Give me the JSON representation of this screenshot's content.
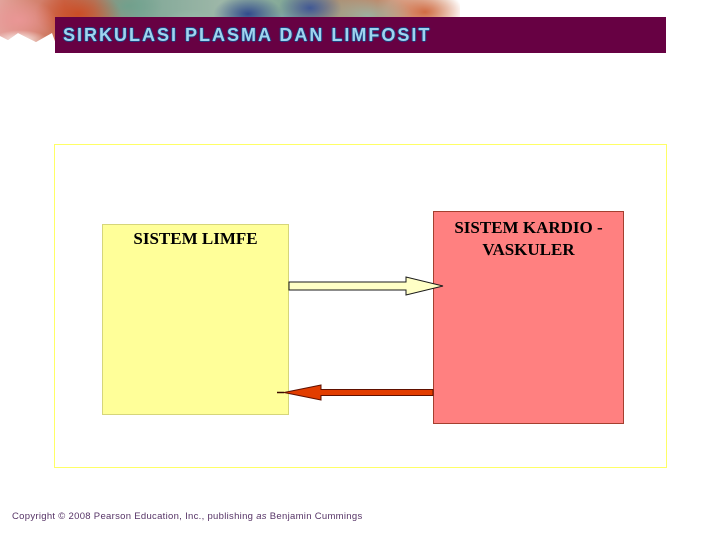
{
  "header": {
    "title": "SIRKULASI PLASMA DAN LIMFOSIT"
  },
  "diagram": {
    "left_box": {
      "label": "SISTEM LIMFE"
    },
    "right_box": {
      "line1": "SISTEM KARDIO -",
      "line2": "VASKULER"
    },
    "arrows": [
      {
        "name": "limfe-to-kardio",
        "direction": "right",
        "fill": "#ffffc6"
      },
      {
        "name": "kardio-to-limfe",
        "direction": "left",
        "fill": "#e23d00"
      }
    ]
  },
  "footer": {
    "copyright_prefix": "Copyright © 2008 Pearson Education, Inc., publishing ",
    "copyright_as": "as",
    "copyright_suffix": " Benjamin Cummings"
  },
  "colors": {
    "title_bar_bg": "#670143",
    "title_text": "#9fd4ef",
    "frame_border": "#ffff66",
    "left_box_fill": "#ffff99",
    "left_box_border": "#d6d67a",
    "right_box_fill": "#ff8080",
    "right_box_border": "#a43f2f",
    "arrow_right_fill": "#ffffc6",
    "arrow_right_outline": "#1a1a1a",
    "arrow_left_fill": "#e23d00",
    "arrow_left_outline": "#5f1000",
    "copyright_text": "#563366"
  }
}
